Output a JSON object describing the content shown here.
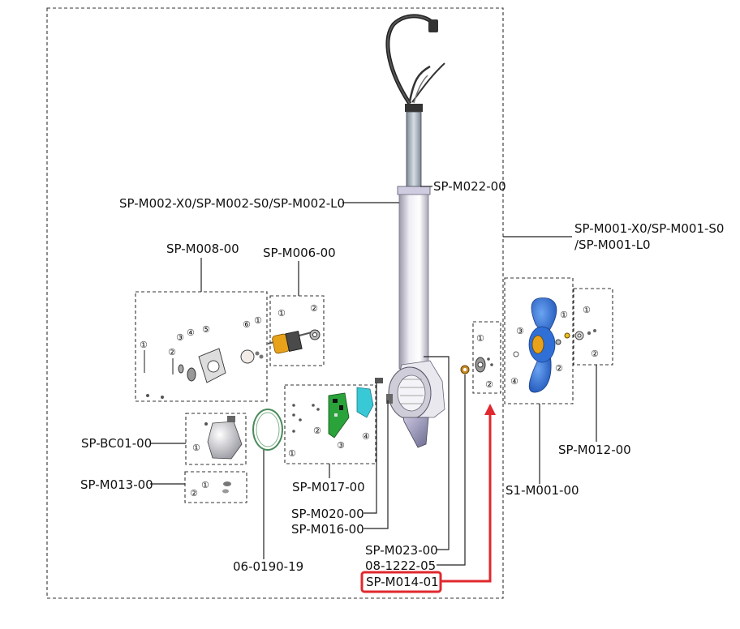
{
  "labels": {
    "m022": "SP-M022-00",
    "m002": "SP-M002-X0/SP-M002-S0/SP-M002-L0",
    "m001_line1": "SP-M001-X0/SP-M001-S0",
    "m001_line2": "/SP-M001-L0",
    "m008": "SP-M008-00",
    "m006": "SP-M006-00",
    "bc01": "SP-BC01-00",
    "m013": "SP-M013-00",
    "m017": "SP-M017-00",
    "m020": "SP-M020-00",
    "m016": "SP-M016-00",
    "gasket": "06-0190-19",
    "m023": "SP-M023-00",
    "bearing": "08-1222-05",
    "m014": "SP-M014-01",
    "m012": "SP-M012-00",
    "s1m001": "S1-M001-00"
  },
  "callouts": [
    "①",
    "②",
    "③",
    "④",
    "⑤",
    "⑥"
  ],
  "colors": {
    "highlight": "#e0282e",
    "propeller": "#2f6fd6",
    "armature": "#e8a21a",
    "pcb": "#2aa33a",
    "seal": "#39c9d6",
    "shaft": "#d9d7e6"
  }
}
